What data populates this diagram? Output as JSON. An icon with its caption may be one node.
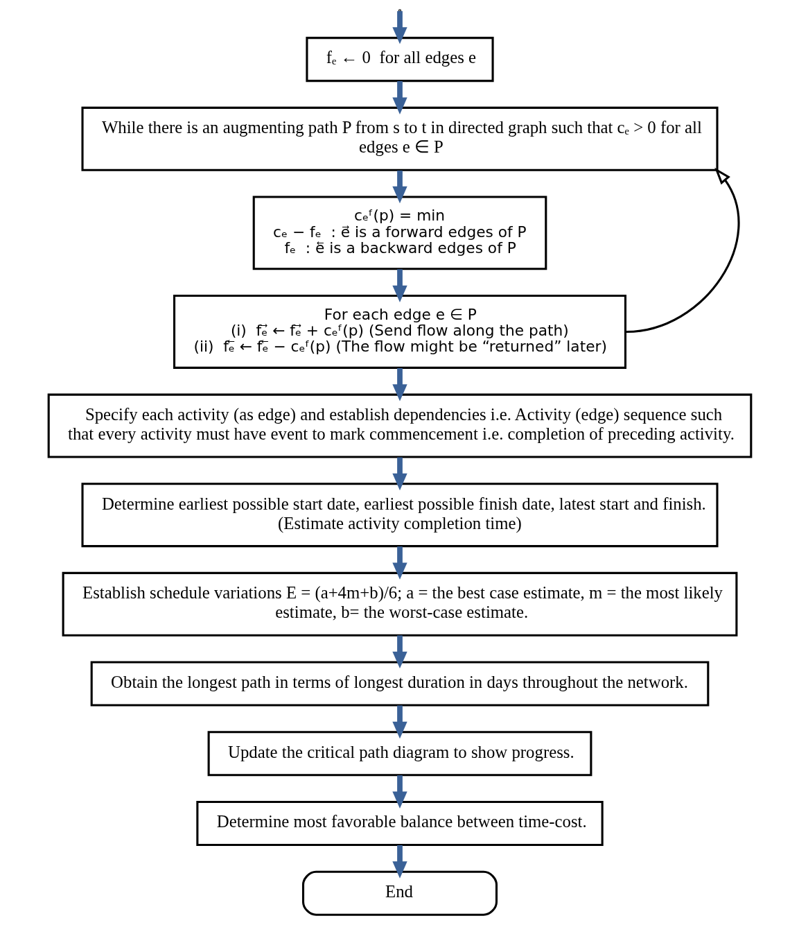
{
  "diagram": {
    "nodes": [
      {
        "text": [
          "fₑ ← 0  for all edges e"
        ]
      },
      {
        "text": [
          "While there is an augmenting path P from s to t in directed graph such that cₑ > 0 for all edges e ∈ P"
        ]
      },
      {
        "text": [
          "cₑᶠ(p) = min",
          "cₑ − fₑ  : e⃗ is a forward edges of P",
          "fₑ  : e⃖ is a backward edges of P"
        ]
      },
      {
        "text": [
          "For each edge e ∈ P",
          "(i)  fₑ⃗ ← fₑ⃗ + cₑᶠ(p) (Send flow along the path)",
          "(ii)  fₑ⃖ ← fₑ⃖ − cₑᶠ(p) (The flow might be “returned” later)"
        ]
      },
      {
        "text": [
          "Specify each activity (as edge) and establish dependencies i.e. Activity (edge) sequence such that every activity must have event to mark commencement i.e. completion of preceding activity."
        ]
      },
      {
        "text": [
          "Determine earliest possible start date, earliest possible finish date, latest start and finish. (Estimate activity completion time)"
        ]
      },
      {
        "text": [
          "Establish schedule variations E = (a+4m+b)/6; a = the best case estimate, m = the most likely estimate, b= the worst-case estimate."
        ]
      },
      {
        "text": [
          "Obtain the longest path in terms of longest duration in days throughout the network."
        ]
      },
      {
        "text": [
          "Update the critical path diagram to show progress."
        ]
      },
      {
        "text": [
          "Determine most favorable balance between time-cost."
        ]
      },
      {
        "text": [
          "End"
        ]
      }
    ],
    "edges": [
      {
        "from": null,
        "to": 0,
        "arrow": "to"
      },
      {
        "from": 0,
        "to": 1,
        "arrow": "to"
      },
      {
        "from": 1,
        "to": 2,
        "arrow": "to"
      },
      {
        "from": 2,
        "to": 3,
        "arrow": "to"
      },
      {
        "from": 3,
        "to": 1,
        "arrow": "to",
        "color": "#000000"
      },
      {
        "from": 3,
        "to": 4,
        "arrow": "to"
      },
      {
        "from": 4,
        "to": 5,
        "arrow": "to"
      },
      {
        "from": 5,
        "to": 6,
        "arrow": "to"
      },
      {
        "from": 6,
        "to": 7,
        "arrow": "to"
      },
      {
        "from": 7,
        "to": 8,
        "arrow": "to"
      },
      {
        "from": 8,
        "to": 9,
        "arrow": "to"
      },
      {
        "from": 9,
        "to": 10,
        "arrow": "to"
      }
    ]
  }
}
